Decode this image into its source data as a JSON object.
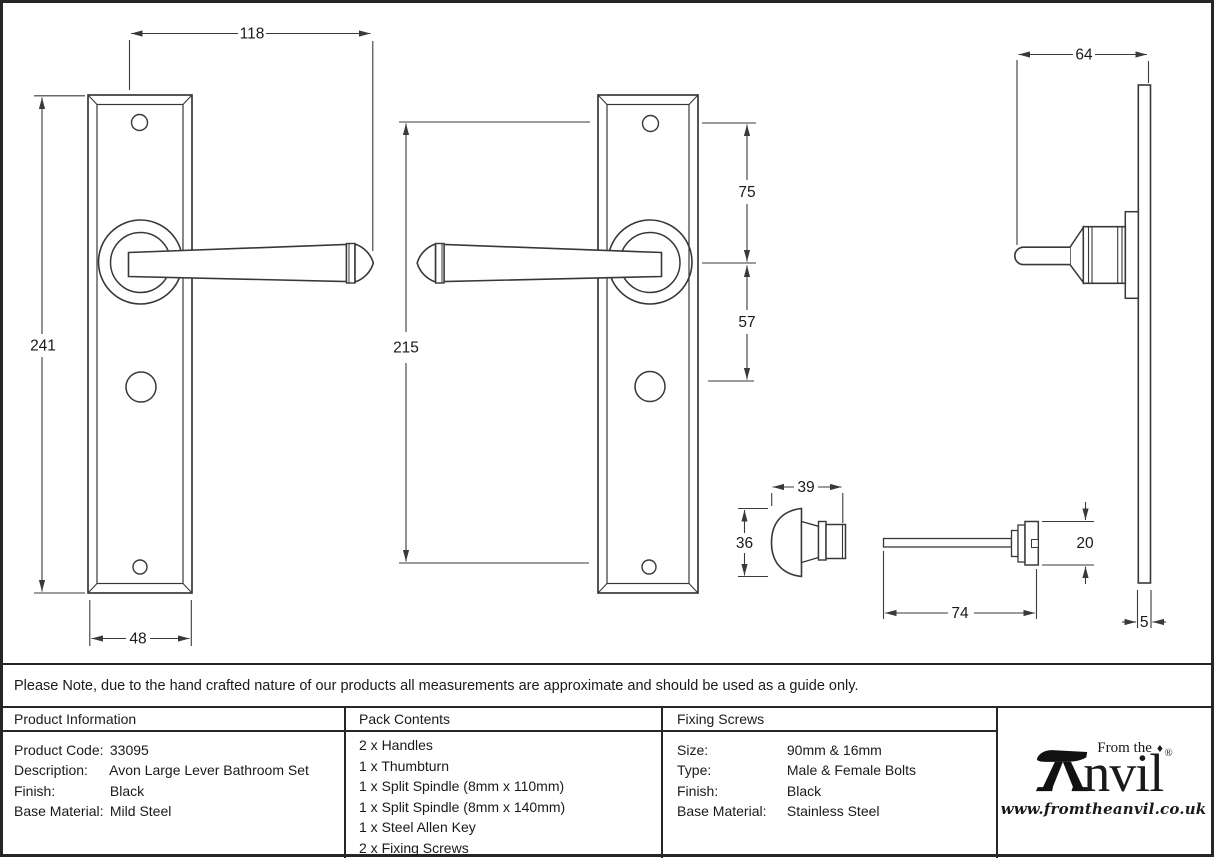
{
  "drawing": {
    "dimensions": {
      "lever_length": "118",
      "plate_height": "241",
      "plate_width": "48",
      "screw_centres": "215",
      "top_screw_to_lever": "75",
      "lever_to_thumbturn": "57",
      "side_projection": "64",
      "thumbturn_width": "39",
      "thumbturn_height": "36",
      "spindle_length": "74",
      "spindle_cap_height": "20",
      "plate_thickness": "5"
    },
    "line_color": "#383838"
  },
  "note": {
    "text": "Please Note, due to the hand crafted nature of our products all measurements are approximate and should be used as a guide only."
  },
  "table": {
    "product_information": {
      "header": "Product Information",
      "rows": [
        {
          "label": "Product Code:",
          "value": "33095"
        },
        {
          "label": "Description:",
          "value": "Avon Large Lever Bathroom Set"
        },
        {
          "label": "Finish:",
          "value": "Black"
        },
        {
          "label": "Base Material:",
          "value": "Mild Steel"
        }
      ]
    },
    "pack_contents": {
      "header": "Pack Contents",
      "items": [
        "2 x Handles",
        "1 x Thumbturn",
        "1 x Split Spindle (8mm x 110mm)",
        "1 x Split Spindle (8mm x 140mm)",
        "1 x Steel Allen Key",
        "2 x Fixing Screws"
      ]
    },
    "fixing_screws": {
      "header": "Fixing Screws",
      "rows": [
        {
          "label": "Size:",
          "value": "90mm & 16mm"
        },
        {
          "label": "Type:",
          "value": "Male & Female Bolts"
        },
        {
          "label": "Finish:",
          "value": "Black"
        },
        {
          "label": "Base Material:",
          "value": "Stainless Steel"
        }
      ]
    }
  },
  "logo": {
    "brand_prefix": "From the",
    "diamond": "♦",
    "brand": "nvil",
    "registered": "®",
    "url": "www.fromtheanvil.co.uk"
  }
}
